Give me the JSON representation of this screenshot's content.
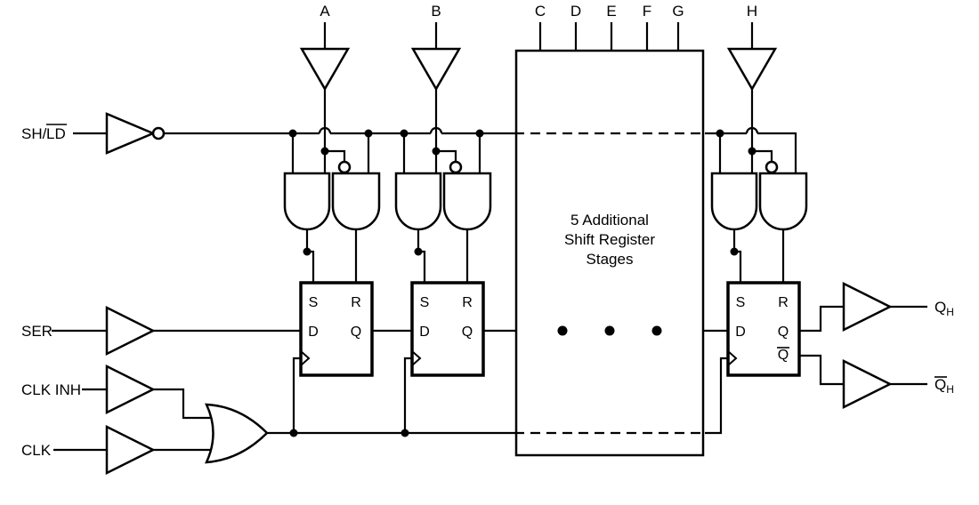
{
  "top_inputs": {
    "a": "A",
    "b": "B",
    "c": "C",
    "d": "D",
    "e": "E",
    "f": "F",
    "g": "G",
    "h": "H"
  },
  "left_inputs": {
    "sh_ld_prefix": "SH/",
    "sh_ld_overline": "LD",
    "ser": "SER",
    "clk_inh": "CLK INH",
    "clk": "CLK"
  },
  "center_box": {
    "line1": "5 Additional",
    "line2": "Shift Register",
    "line3": "Stages"
  },
  "flipflop_labels": {
    "set": "S",
    "reset": "R",
    "data": "D",
    "q": "Q",
    "q_bar": "Q"
  },
  "outputs": {
    "q": "Q",
    "q_sub": "H",
    "q_bar": "Q",
    "q_bar_sub": "H"
  },
  "colors": {
    "line": "#000000",
    "background": "#ffffff"
  }
}
